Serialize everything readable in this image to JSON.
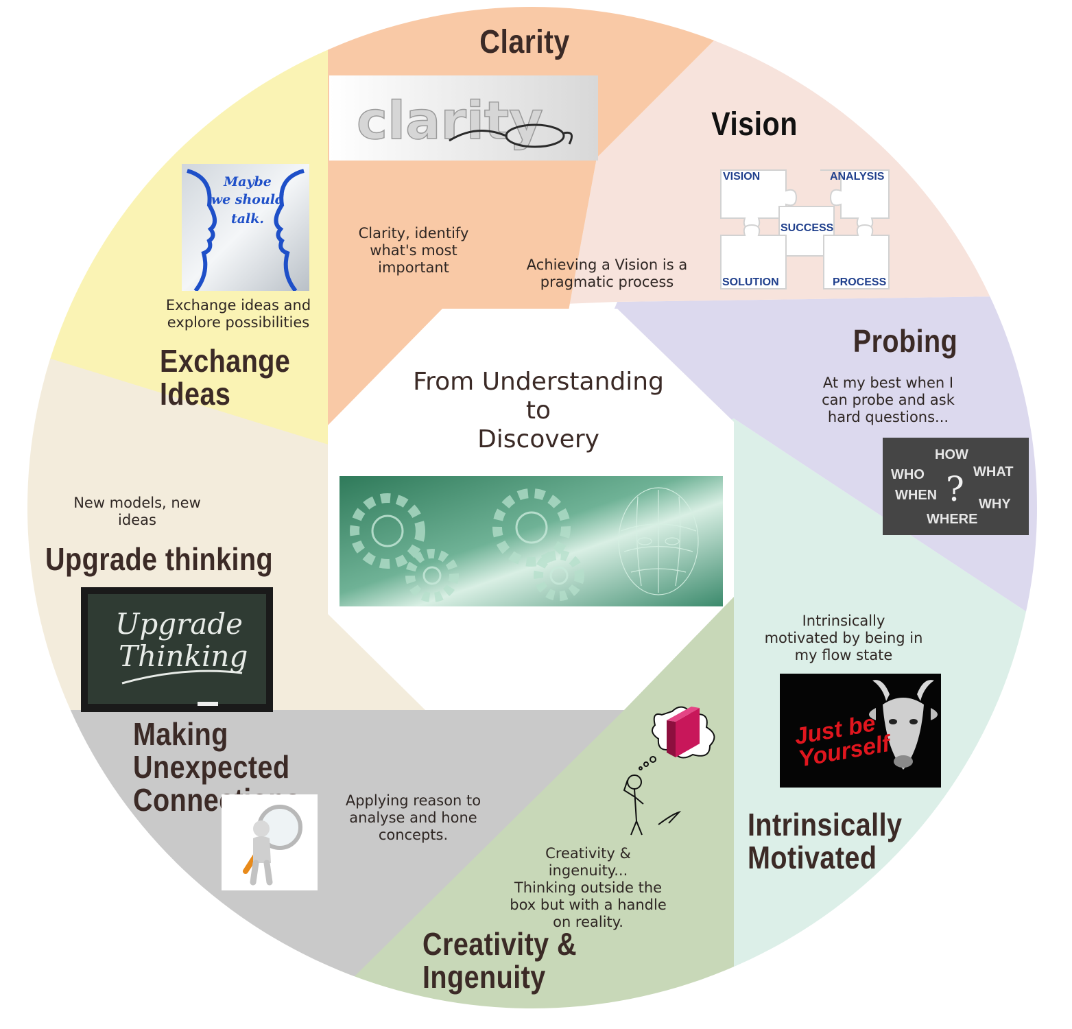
{
  "center": {
    "title_lines": [
      "From Understanding",
      "to",
      "Discovery"
    ]
  },
  "segments": {
    "clarity": {
      "heading": "Clarity",
      "desc_lines": [
        "Clarity, identify",
        "what's most",
        "important"
      ],
      "image_word": "clarity",
      "color": "#f9c9a6"
    },
    "vision": {
      "heading": "Vision",
      "desc_lines": [
        "Achieving a Vision is a",
        "pragmatic process"
      ],
      "puzzle_labels": [
        "VISION",
        "ANALYSIS",
        "SUCCESS",
        "SOLUTION",
        "PROCESS"
      ],
      "color": "#f7e3dc"
    },
    "probing": {
      "heading": "Probing",
      "desc_lines": [
        "At my best when I",
        "can probe and ask",
        "hard questions..."
      ],
      "chalk_words": [
        "HOW",
        "WHO",
        "WHAT",
        "WHEN",
        "WHY",
        "WHERE"
      ],
      "color": "#dcd9ee"
    },
    "motivated": {
      "heading_lines": [
        "Intrinsically",
        "Motivated"
      ],
      "desc_lines": [
        "Intrinsically",
        "motivated by being in",
        "my flow state"
      ],
      "poster_lines": [
        "Just be",
        "Yourself"
      ],
      "color": "#dcefe8"
    },
    "creativity": {
      "heading_lines": [
        "Creativity &",
        "Ingenuity"
      ],
      "desc_lines": [
        "Creativity &",
        "ingenuity...",
        "Thinking outside the",
        "box but with a handle",
        "on reality."
      ],
      "color": "#c8d8b8"
    },
    "connections": {
      "heading_lines": [
        "Making Unexpected",
        "Connections"
      ],
      "desc_lines": [
        "Applying reason to",
        "analyse and hone",
        "concepts."
      ],
      "color": "#c9c9c9"
    },
    "upgrade": {
      "heading": "Upgrade thinking",
      "desc_lines": [
        "New models, new",
        "ideas"
      ],
      "chalk_lines": [
        "Upgrade",
        "Thinking"
      ],
      "color": "#f3ecdc"
    },
    "exchange": {
      "heading_lines": [
        "Exchange",
        "Ideas"
      ],
      "desc_lines": [
        "Exchange ideas and",
        "explore possibilities"
      ],
      "talk_lines": [
        "Maybe",
        "we should",
        "talk."
      ],
      "color": "#faf3b4"
    }
  }
}
